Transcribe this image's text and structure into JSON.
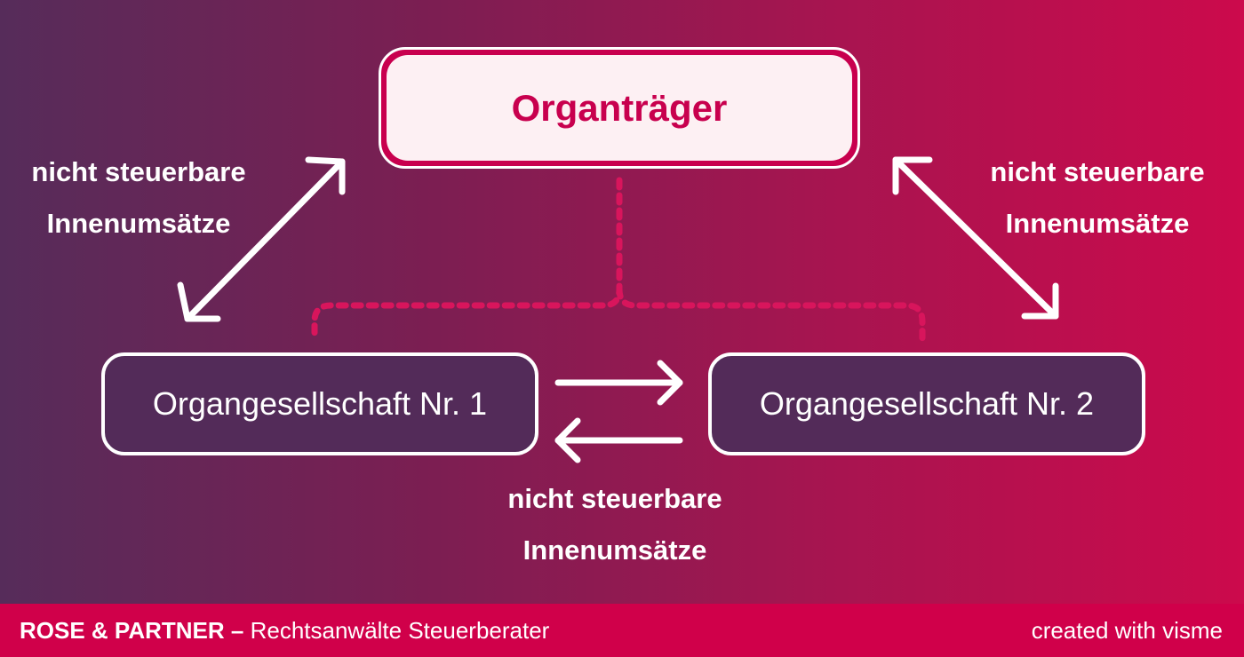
{
  "diagram": {
    "parent": "Organträger",
    "child_1": "Organgesellschaft Nr. 1",
    "child_2": "Organgesellschaft Nr. 2",
    "edge_labels": {
      "left": [
        "nicht steuerbare",
        "Innenumsätze"
      ],
      "right": [
        "nicht steuerbare",
        "Innenumsätze"
      ],
      "bottom": [
        "nicht steuerbare",
        "Innenumsätze"
      ]
    }
  },
  "footer": {
    "brand": "ROSE & PARTNER",
    "separator": " – ",
    "subtitle": "Rechtsanwälte Steuerberater",
    "credit": "created with visme"
  },
  "colors": {
    "accent": "#c8004e",
    "box_fill": "#532b59",
    "footer": "#d0004a",
    "gradient_left": "#562c5a",
    "gradient_right": "#cc0a4c"
  }
}
